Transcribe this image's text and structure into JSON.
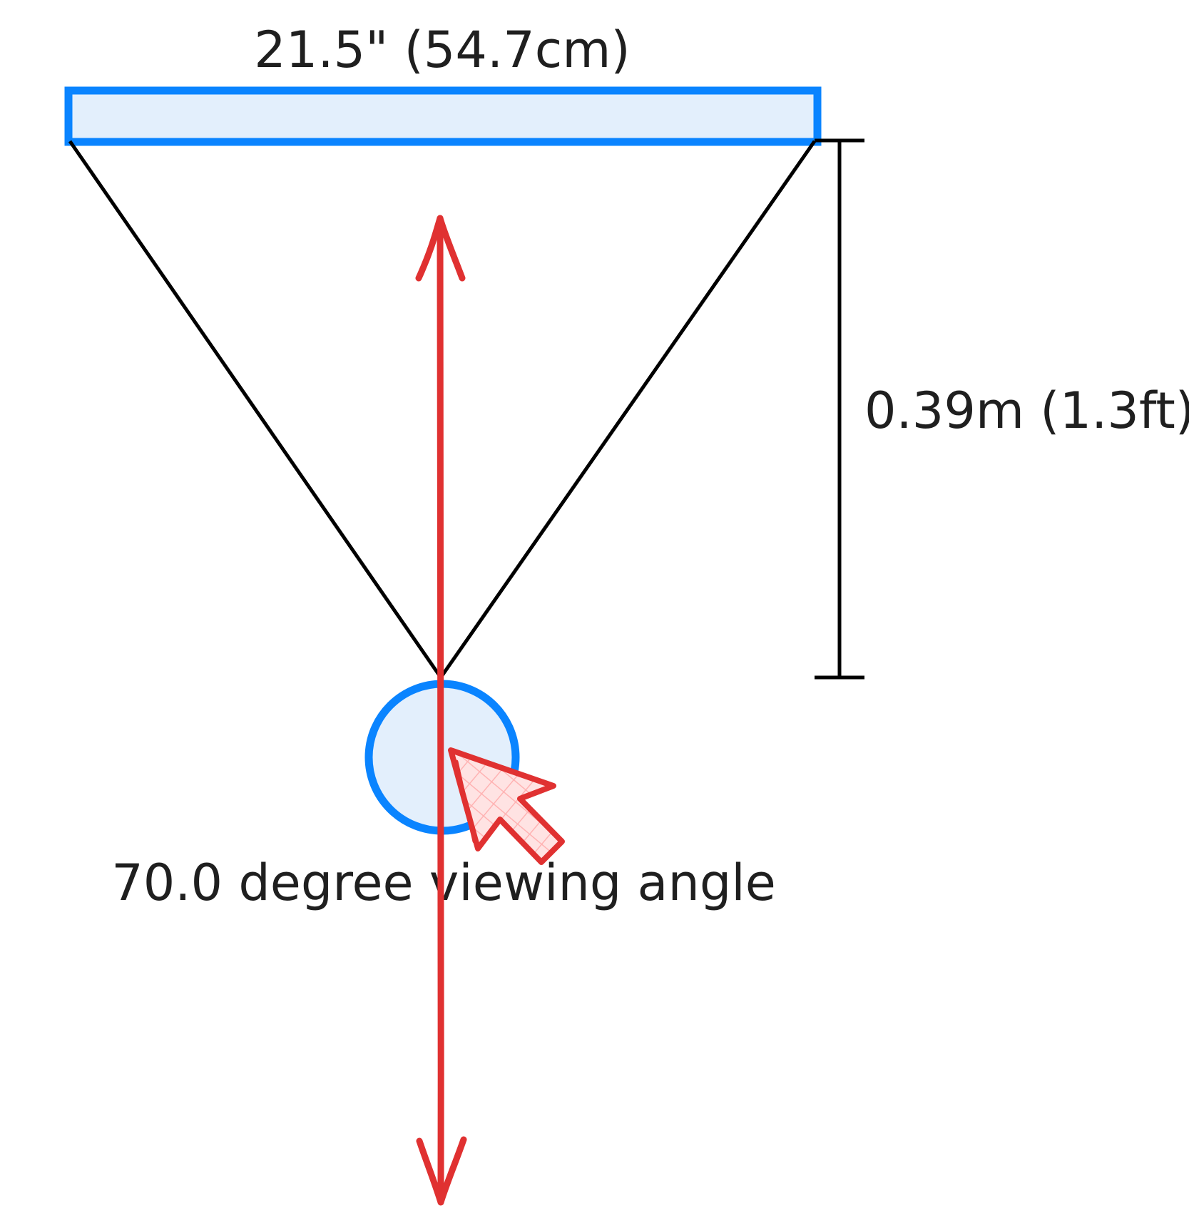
{
  "diagram": {
    "screen_width_label": "21.5\" (54.7cm)",
    "viewing_distance_label": "0.39m (1.3ft)",
    "viewing_angle_label": "70.0 degree viewing angle"
  },
  "colors": {
    "screen_fill": "#e3effc",
    "screen_stroke": "#0a84ff",
    "viewer_fill": "#e3effc",
    "viewer_stroke": "#0a84ff",
    "lines": "#000000",
    "annotation": "#e03131",
    "annotation_fill": "#ffc9c9"
  },
  "annotation": {
    "double_arrow_icon": "vertical-double-arrow-icon",
    "cursor_icon": "cursor-arrow-icon"
  }
}
